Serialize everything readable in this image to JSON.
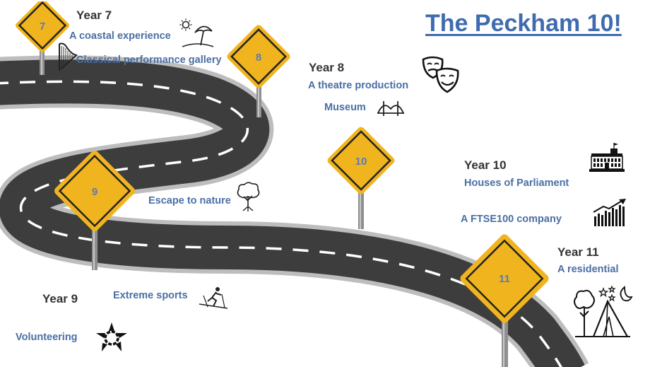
{
  "title": "The Peckham 10!",
  "colors": {
    "sign_fill": "#f0b41e",
    "sign_border": "#222222",
    "road": "#3d3d3d",
    "title": "#3f6bb0",
    "activity_text": "#4a6fa5",
    "year_text": "#333333"
  },
  "signs": [
    {
      "label": "7"
    },
    {
      "label": "8"
    },
    {
      "label": "9"
    },
    {
      "label": "10"
    },
    {
      "label": "11"
    }
  ],
  "years": [
    {
      "heading": "Year 7",
      "activities": [
        {
          "text": "A coastal experience",
          "icon": "beach-umbrella-icon"
        },
        {
          "text": "Classical performance gallery",
          "icon": "harp-icon"
        }
      ]
    },
    {
      "heading": "Year 8",
      "activities": [
        {
          "text": "A theatre production",
          "icon": "theatre-masks-icon"
        },
        {
          "text": "Museum",
          "icon": "bridge-icon"
        }
      ]
    },
    {
      "heading": "Year 9",
      "activities": [
        {
          "text": "Escape to nature",
          "icon": "tree-icon"
        },
        {
          "text": "Extreme sports",
          "icon": "skier-icon"
        },
        {
          "text": "Volunteering",
          "icon": "hands-circle-icon"
        }
      ]
    },
    {
      "heading": "Year 10",
      "activities": [
        {
          "text": "Houses of Parliament",
          "icon": "parliament-building-icon"
        },
        {
          "text": "A FTSE100 company",
          "icon": "rising-chart-icon"
        }
      ]
    },
    {
      "heading": "Year 11",
      "activities": [
        {
          "text": "A residential",
          "icon": "camping-tent-icon"
        }
      ]
    }
  ]
}
